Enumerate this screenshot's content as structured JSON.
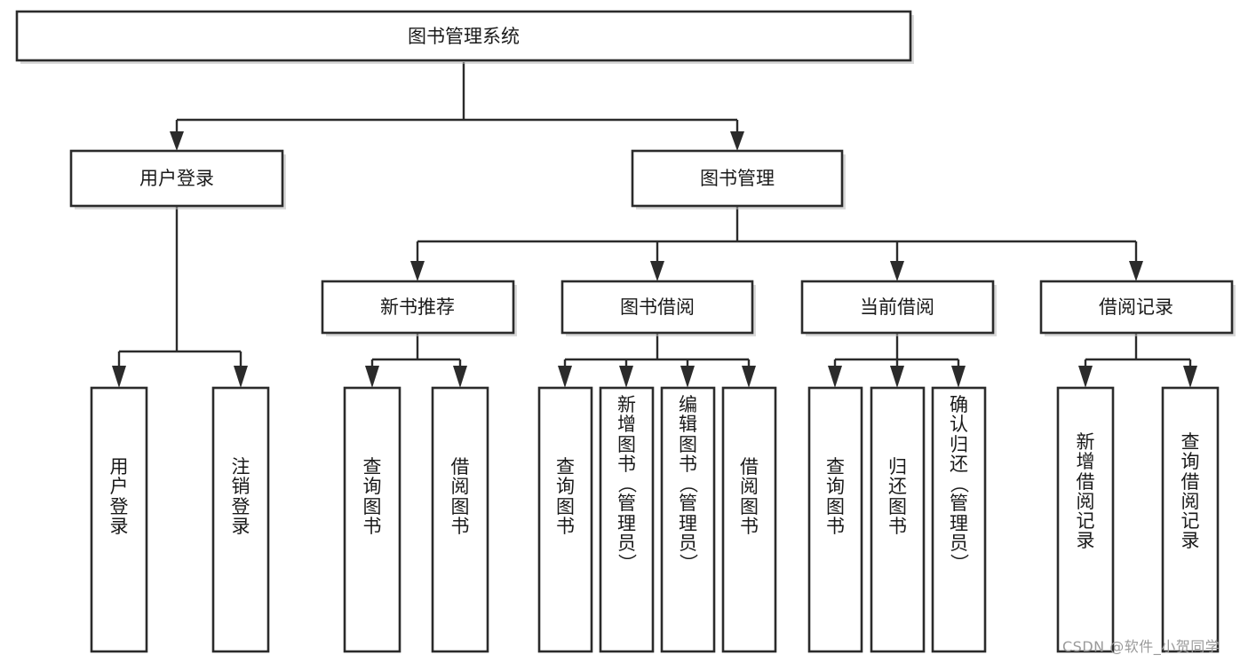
{
  "diagram": {
    "title": "图书管理系统",
    "type": "tree-hierarchy",
    "root": {
      "label": "图书管理系统"
    },
    "level2": [
      {
        "label": "用户登录"
      },
      {
        "label": "图书管理"
      }
    ],
    "level3": [
      {
        "label": "新书推荐"
      },
      {
        "label": "图书借阅"
      },
      {
        "label": "当前借阅"
      },
      {
        "label": "借阅记录"
      }
    ],
    "leaves": {
      "user_login": [
        {
          "label": "用户登录"
        },
        {
          "label": "注销登录"
        }
      ],
      "new_book_recommend": [
        {
          "label": "查询图书"
        },
        {
          "label": "借阅图书"
        }
      ],
      "book_borrow": [
        {
          "label": "查询图书"
        },
        {
          "label": "新增图书（管理员）"
        },
        {
          "label": "编辑图书（管理员）"
        },
        {
          "label": "借阅图书"
        }
      ],
      "current_borrow": [
        {
          "label": "查询图书"
        },
        {
          "label": "归还图书"
        },
        {
          "label": "确认归还（管理员）"
        }
      ],
      "borrow_record": [
        {
          "label": "新增借阅记录"
        },
        {
          "label": "查询借阅记录"
        }
      ]
    }
  },
  "watermark": {
    "text": "CSDN @软件_小贺同学"
  },
  "colors": {
    "box_stroke": "#2b2b2b",
    "box_fill": "#ffffff",
    "text": "#1a1a1a",
    "watermark": "#9a9a9a",
    "background": "#ffffff"
  }
}
